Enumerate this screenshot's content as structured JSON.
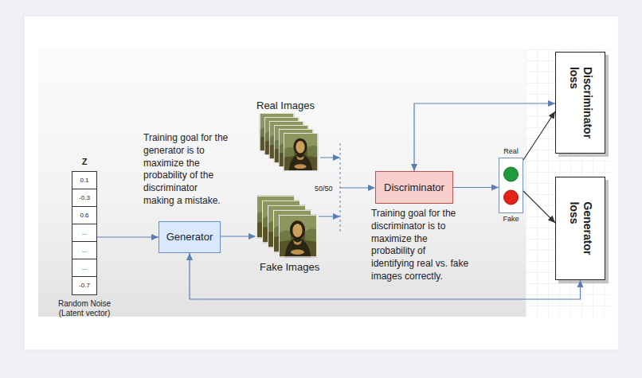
{
  "diagram": {
    "nodes": [
      {
        "text": [
          "Z",
          "Random Noise (Latent vector)"
        ]
      },
      {
        "text": [
          "0.1"
        ],
        "in": 0
      },
      {
        "text": [
          "-0.3"
        ],
        "in": 0
      },
      {
        "text": [
          "0.6"
        ],
        "in": 0
      },
      {
        "text": [
          "..."
        ],
        "in": 0
      },
      {
        "text": [
          "..."
        ],
        "in": 0
      },
      {
        "text": [
          "..."
        ],
        "in": 0
      },
      {
        "text": [
          "-0.7"
        ],
        "in": 0
      },
      {
        "text": [
          "Generator"
        ]
      },
      {
        "text": [
          "Discriminator"
        ]
      },
      {
        "text": [
          "Real",
          "Fake"
        ]
      },
      {
        "text": [
          "Discriminator loss"
        ]
      },
      {
        "text": [
          "Generator loss"
        ]
      }
    ],
    "edges": [
      {
        "from": 0,
        "to": 8,
        "arrow": "to"
      },
      {
        "from": 9,
        "to": 10,
        "arrow": "to"
      },
      {
        "from": 9,
        "to": 11,
        "arrow": "both"
      },
      {
        "from": 10,
        "to": 11,
        "arrow": "to"
      },
      {
        "from": 10,
        "to": 12,
        "arrow": "to"
      },
      {
        "from": 8,
        "to": 12,
        "arrow": "both"
      }
    ],
    "labels": [
      "Training goal for the generator is to maximize the probability of the discriminator making a mistake.",
      "Real Images",
      "Fake Images",
      "50/50",
      "Training goal for the discriminator is to maximize the probability of identifying real vs. fake images correctly."
    ]
  }
}
